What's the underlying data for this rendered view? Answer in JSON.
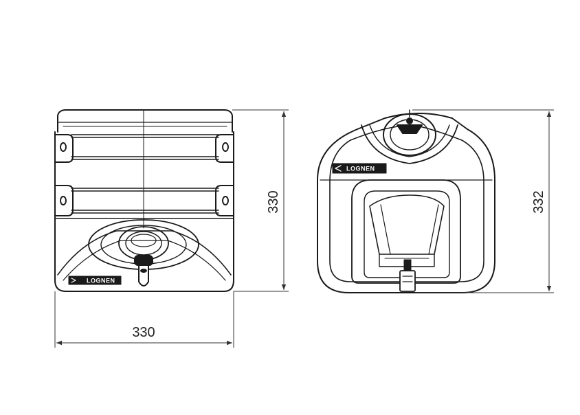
{
  "dimensions": {
    "front_width": "330",
    "front_height": "330",
    "side_height": "332"
  },
  "brand": {
    "logo_text": "LOGNEN"
  },
  "colors": {
    "line": "#1a1a1a",
    "dim_line": "#333333",
    "background": "#ffffff"
  }
}
